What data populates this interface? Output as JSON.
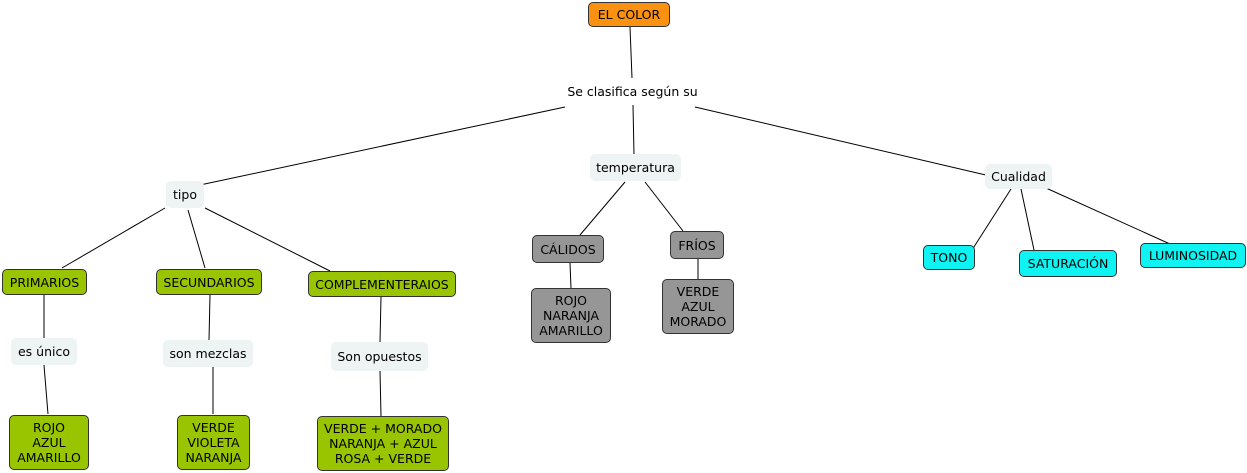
{
  "map": {
    "root": "EL COLOR",
    "link_main": "Se clasifica según su",
    "tipo": "tipo",
    "temperatura": "temperatura",
    "cualidad": "Cualidad",
    "primarios": "PRIMARIOS",
    "secundarios": "SECUNDARIOS",
    "complementarios": "COMPLEMENTERAIOS",
    "es_unico": "es único",
    "son_mezclas": "son mezclas",
    "son_opuestos": "Son opuestos",
    "primarios_list": "ROJO\nAZUL\nAMARILLO",
    "secundarios_list": "VERDE\nVIOLETA\nNARANJA",
    "complementarios_list": "VERDE + MORADO\nNARANJA + AZUL\nROSA + VERDE",
    "calidos": "CÁLIDOS",
    "frios": "FRÍOS",
    "calidos_list": "ROJO\nNARANJA\nAMARILLO",
    "frios_list": "VERDE\nAZUL\nMORADO",
    "tono": "TONO",
    "saturacion": "SATURACIÓN",
    "luminosidad": "LUMINOSIDAD"
  },
  "colors": {
    "root": "#fb9110",
    "tipo_concepts": "#98c400",
    "temperatura_concepts": "#969696",
    "cualidad_concepts": "#0ff3f3",
    "linking_phrase_bg": "#eef3f4"
  }
}
